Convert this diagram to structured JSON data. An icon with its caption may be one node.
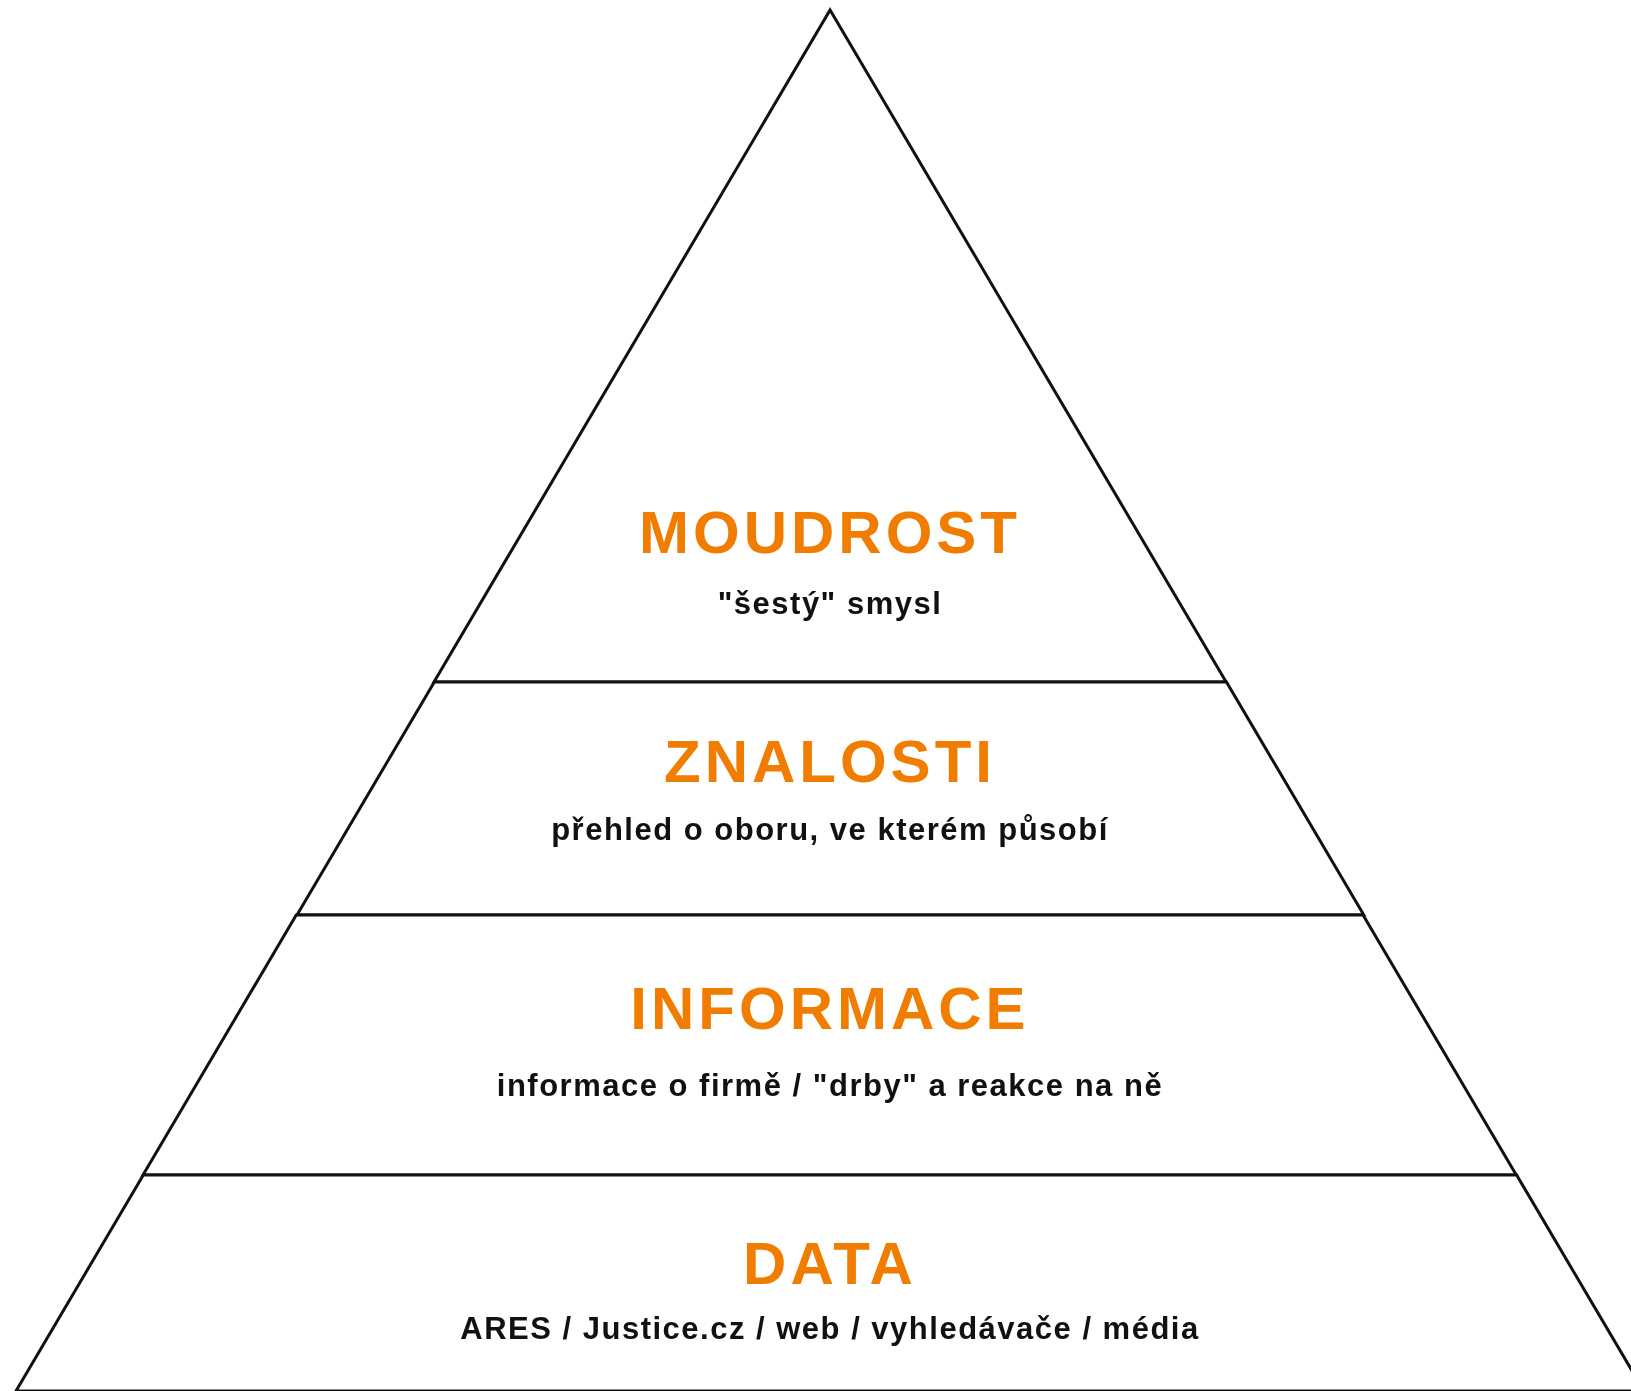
{
  "diagram": {
    "nodes": [
      {
        "text": [
          "MOUDROST",
          "\"šestý\" smysl"
        ]
      },
      {
        "text": [
          "ZNALOSTI",
          "přehled o oboru, ve kterém působí"
        ]
      },
      {
        "text": [
          "INFORMACE",
          "informace o firmě / \"drby\" a reakce na ně"
        ]
      },
      {
        "text": [
          "DATA",
          "ARES / Justice.cz / web / vyhledávače / média"
        ]
      }
    ],
    "edges": []
  }
}
